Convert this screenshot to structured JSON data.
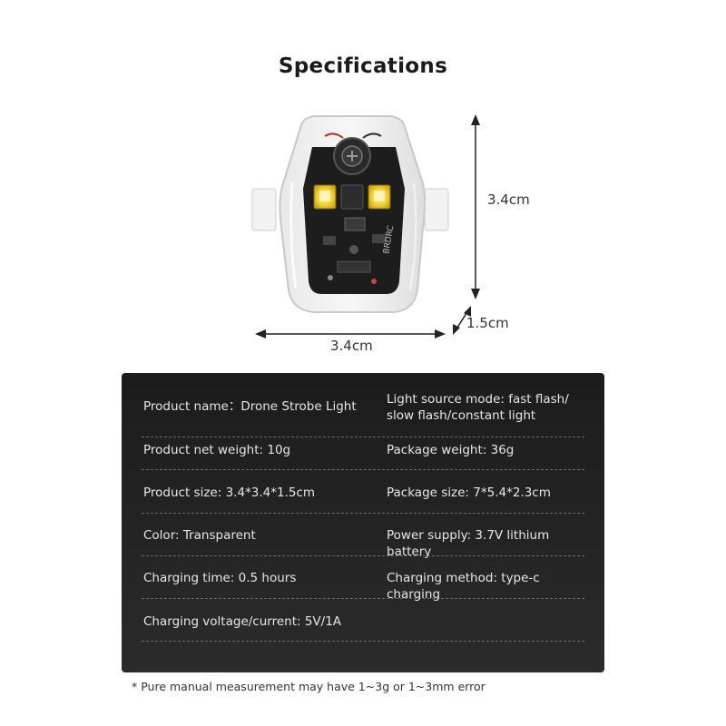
{
  "title": "Specifications",
  "dimensions": {
    "height": "3.4cm",
    "depth": "1.5cm",
    "width": "3.4cm"
  },
  "specs": [
    {
      "left": "Product name：Drone Strobe Light",
      "right": "Light source mode: fast flash/ slow flash/constant light"
    },
    {
      "left": "Product net weight: 10g",
      "right": "Package weight: 36g"
    },
    {
      "left": "Product size: 3.4*3.4*1.5cm",
      "right": "Package size: 7*5.4*2.3cm"
    },
    {
      "left": "Color: Transparent",
      "right": "Power supply: 3.7V lithium battery"
    },
    {
      "left": "Charging time: 0.5 hours",
      "right": "Charging method: type-c charging"
    },
    {
      "left": "Charging voltage/current: 5V/1A",
      "right": ""
    }
  ],
  "footnote": "* Pure manual measurement may have 1~3g or 1~3mm error",
  "colors": {
    "panel": "#232323",
    "led": "#f4d23a",
    "text_on_panel": "#e6e6e6"
  }
}
